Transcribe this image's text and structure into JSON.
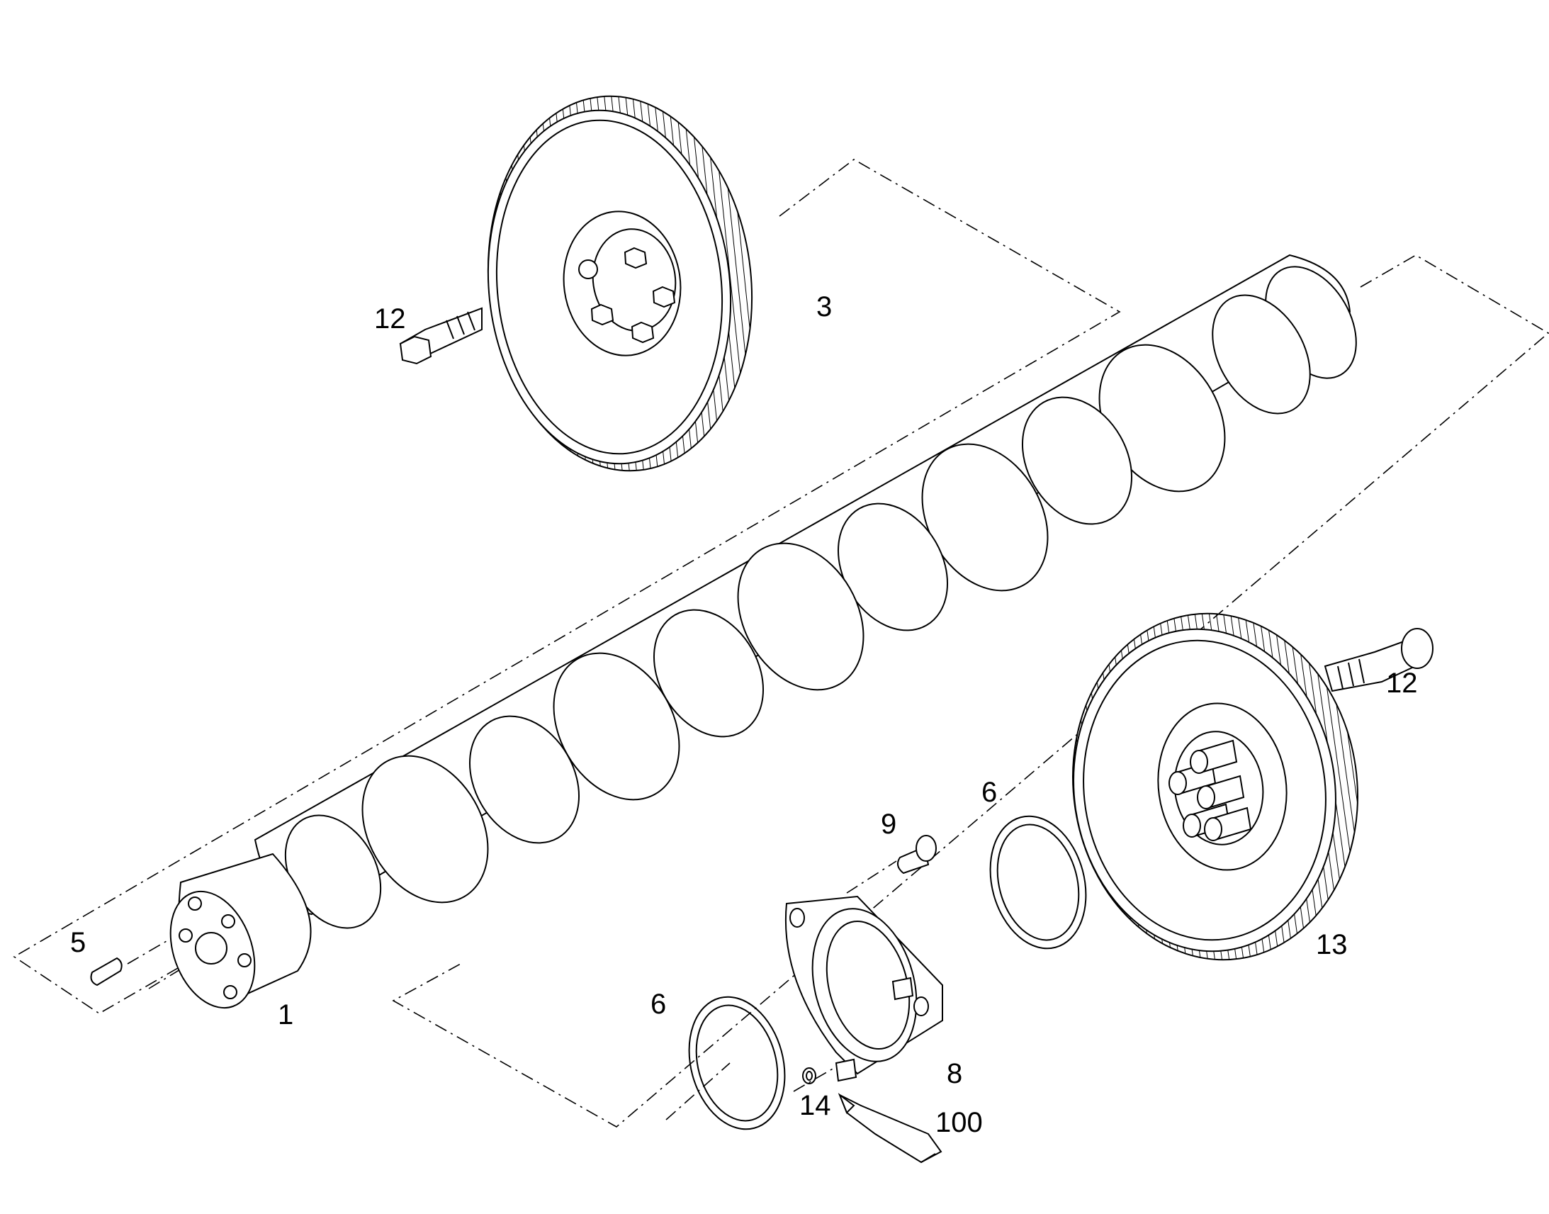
{
  "diagram": {
    "callouts": {
      "c1": "1",
      "c3": "3",
      "c5": "5",
      "c6a": "6",
      "c6b": "6",
      "c8": "8",
      "c9": "9",
      "c12a": "12",
      "c12b": "12",
      "c13": "13",
      "c14": "14",
      "c100": "100"
    },
    "parts": [
      "camshaft",
      "camshaft-gear",
      "dowel-pin",
      "thrust-washer",
      "thrust-plate",
      "plate-screw",
      "gear-bolt",
      "drive-gear",
      "sealing-washer",
      "sealant-tube"
    ],
    "colors": {
      "line": "#000000",
      "background": "#ffffff"
    }
  }
}
